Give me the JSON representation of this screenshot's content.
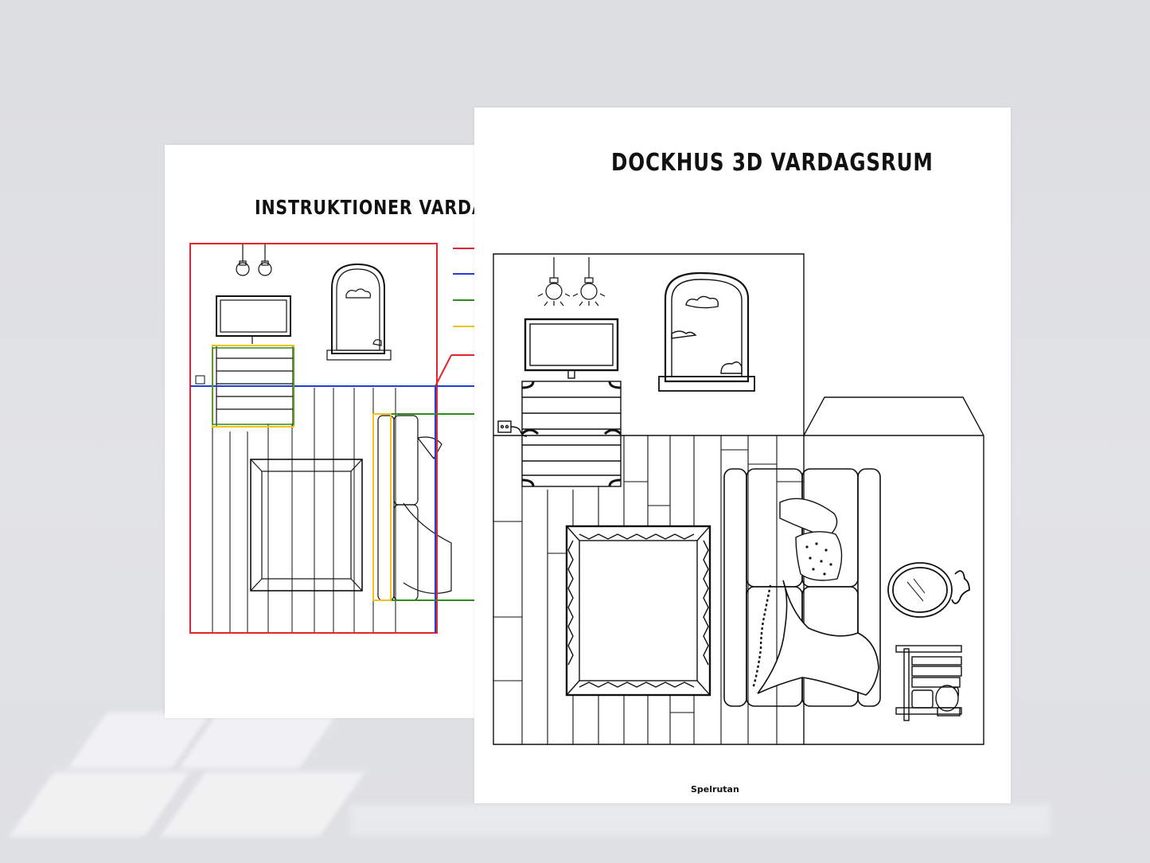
{
  "back_sheet": {
    "title": "INSTRUKTIONER VARDAGSRUM",
    "guide_colors": [
      "#e3262b",
      "#1f3fd6",
      "#2f8c1e",
      "#f2c21b",
      "#e3262b"
    ]
  },
  "front_sheet": {
    "title": "DOCKHUS 3D VARDAGSRUM",
    "brand": "Spelrutan"
  },
  "icons": [
    "lightbulb-icon",
    "window-icon",
    "tv-icon",
    "dresser-icon",
    "rug-icon",
    "sofa-icon",
    "pillow-icon",
    "blanket-icon",
    "mirror-icon",
    "bookshelf-icon",
    "cactus-icon",
    "power-outlet-icon"
  ]
}
